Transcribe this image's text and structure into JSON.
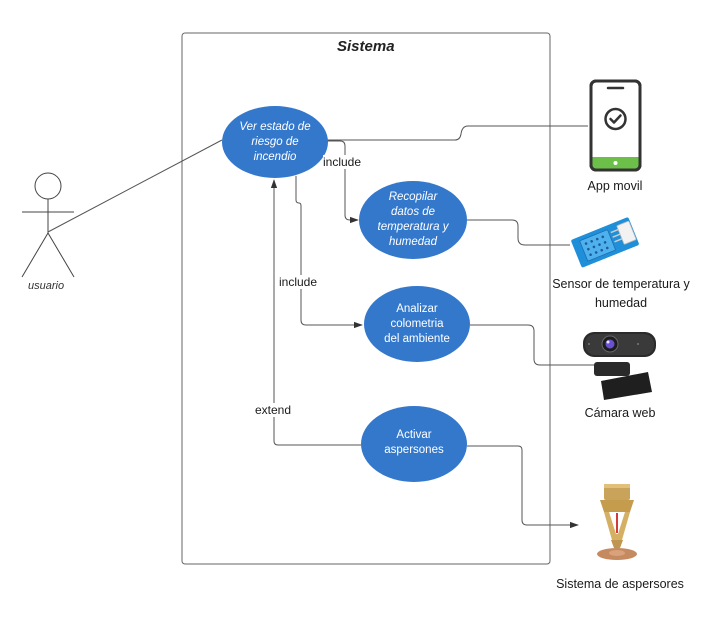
{
  "system": {
    "title": "Sistema"
  },
  "actor": {
    "name": "usuario"
  },
  "use_cases": [
    {
      "id": "ver-estado",
      "label": "Ver estado de riesgo de incendio",
      "lines": [
        "Ver estado de",
        "riesgo de",
        "incendio"
      ],
      "italic": true
    },
    {
      "id": "recopilar",
      "label": "Recopilar datos de temperatura y humedad",
      "lines": [
        "Recopilar",
        "datos de",
        "temperatura y",
        "humedad"
      ],
      "italic": true
    },
    {
      "id": "analizar",
      "label": "Analizar colometria del ambiente",
      "lines": [
        "Analizar",
        "colometria",
        "del ambiente"
      ],
      "italic": false
    },
    {
      "id": "activar",
      "label": "Activar aspersones",
      "lines": [
        "Activar",
        "aspersones"
      ],
      "italic": false
    }
  ],
  "relations": {
    "include_1": "include",
    "include_2": "include",
    "extend": "extend"
  },
  "devices": {
    "app": {
      "label": "App movil",
      "icon": "smartphone-check-icon"
    },
    "sensor": {
      "label_line1": "Sensor de temperatura y",
      "label_line2": "humedad",
      "icon": "temperature-humidity-sensor-icon"
    },
    "camera": {
      "label": "Cámara web",
      "icon": "webcam-icon"
    },
    "sprinkler": {
      "label": "Sistema de aspersores",
      "icon": "sprinkler-icon"
    }
  },
  "colors": {
    "use_case_fill": "#3478cc",
    "line": "#555555",
    "phone_green": "#6cc04a"
  }
}
